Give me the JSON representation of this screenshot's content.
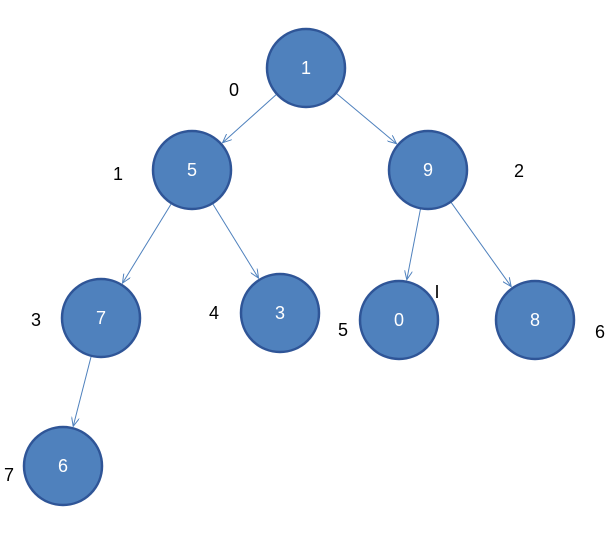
{
  "colors": {
    "node_fill": "#4f81bd",
    "node_stroke": "#2f5597",
    "edge": "#4f81bd",
    "node_text": "#ffffff",
    "index_text": "#000000"
  },
  "nodes": [
    {
      "id": "n0",
      "value": "1",
      "index": "0"
    },
    {
      "id": "n1",
      "value": "5",
      "index": "1"
    },
    {
      "id": "n2",
      "value": "9",
      "index": "2"
    },
    {
      "id": "n3",
      "value": "7",
      "index": "3"
    },
    {
      "id": "n4",
      "value": "3",
      "index": "4"
    },
    {
      "id": "n5",
      "value": "0",
      "index": "5"
    },
    {
      "id": "n6",
      "value": "8",
      "index": "6"
    },
    {
      "id": "n7",
      "value": "6",
      "index": "7"
    }
  ],
  "edges": [
    {
      "from": "n0",
      "to": "n1"
    },
    {
      "from": "n0",
      "to": "n2"
    },
    {
      "from": "n1",
      "to": "n3"
    },
    {
      "from": "n1",
      "to": "n4"
    },
    {
      "from": "n2",
      "to": "n5"
    },
    {
      "from": "n2",
      "to": "n6"
    },
    {
      "from": "n3",
      "to": "n7"
    }
  ],
  "stray_mark": "I"
}
